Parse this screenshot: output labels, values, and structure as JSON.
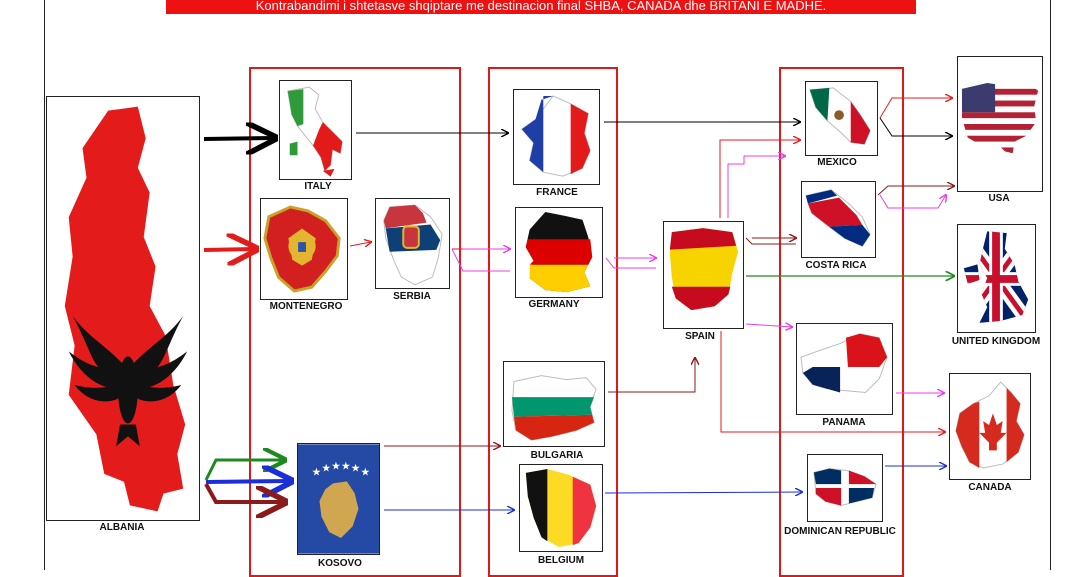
{
  "title": "Kontrabandimi i shtetasve shqiptare me destinacion final SHBA, CANADA dhe BRITANI E MADHE.",
  "colors": {
    "banner": "#ee1111",
    "column_border": "#e01818",
    "black": "#000000",
    "red": "#e41b1b",
    "dark_red": "#8b1a1a",
    "magenta": "#e83ee8",
    "green": "#1e8a1e",
    "blue": "#1a2fd6"
  },
  "countries": {
    "albania": "ALBANIA",
    "italy": "ITALY",
    "montenegro": "MONTENEGRO",
    "serbia": "SERBIA",
    "kosovo": "KOSOVO",
    "france": "FRANCE",
    "germany": "GERMANY",
    "bulgaria": "BULGARIA",
    "belgium": "BELGIUM",
    "spain": "SPAIN",
    "mexico": "MEXICO",
    "costa_rica": "COSTA RICA",
    "panama": "PANAMA",
    "dominican_republic": "DOMINICAN REPUBLIC",
    "usa": "USA",
    "united_kingdom": "UNITED KINGDOM",
    "canada": "CANADA"
  },
  "routes": [
    {
      "from": "albania",
      "to": "italy",
      "color": "black"
    },
    {
      "from": "albania",
      "to": "montenegro",
      "color": "red"
    },
    {
      "from": "albania",
      "to": "kosovo",
      "color": "green"
    },
    {
      "from": "albania",
      "to": "kosovo",
      "color": "blue"
    },
    {
      "from": "albania",
      "to": "kosovo",
      "color": "dark_red"
    },
    {
      "from": "italy",
      "to": "france",
      "color": "black"
    },
    {
      "from": "montenegro",
      "to": "serbia",
      "color": "red"
    },
    {
      "from": "serbia",
      "to": "germany",
      "color": "magenta"
    },
    {
      "from": "kosovo",
      "to": "bulgaria",
      "color": "dark_red"
    },
    {
      "from": "kosovo",
      "to": "belgium",
      "color": "blue"
    },
    {
      "from": "france",
      "to": "mexico",
      "color": "black"
    },
    {
      "from": "germany",
      "to": "spain",
      "color": "magenta"
    },
    {
      "from": "bulgaria",
      "to": "spain",
      "color": "dark_red"
    },
    {
      "from": "spain",
      "to": "mexico",
      "color": "red"
    },
    {
      "from": "spain",
      "to": "mexico",
      "color": "magenta"
    },
    {
      "from": "spain",
      "to": "costa_rica",
      "color": "dark_red"
    },
    {
      "from": "spain",
      "to": "united_kingdom",
      "color": "green"
    },
    {
      "from": "spain",
      "to": "panama",
      "color": "magenta"
    },
    {
      "from": "spain",
      "to": "canada",
      "color": "red"
    },
    {
      "from": "belgium",
      "to": "dominican_republic",
      "color": "blue"
    },
    {
      "from": "mexico",
      "to": "usa",
      "color": "red"
    },
    {
      "from": "mexico",
      "to": "usa",
      "color": "black"
    },
    {
      "from": "costa_rica",
      "to": "usa",
      "color": "dark_red"
    },
    {
      "from": "costa_rica",
      "to": "usa",
      "color": "magenta"
    },
    {
      "from": "panama",
      "to": "canada",
      "color": "magenta"
    },
    {
      "from": "dominican_republic",
      "to": "canada",
      "color": "blue"
    }
  ]
}
